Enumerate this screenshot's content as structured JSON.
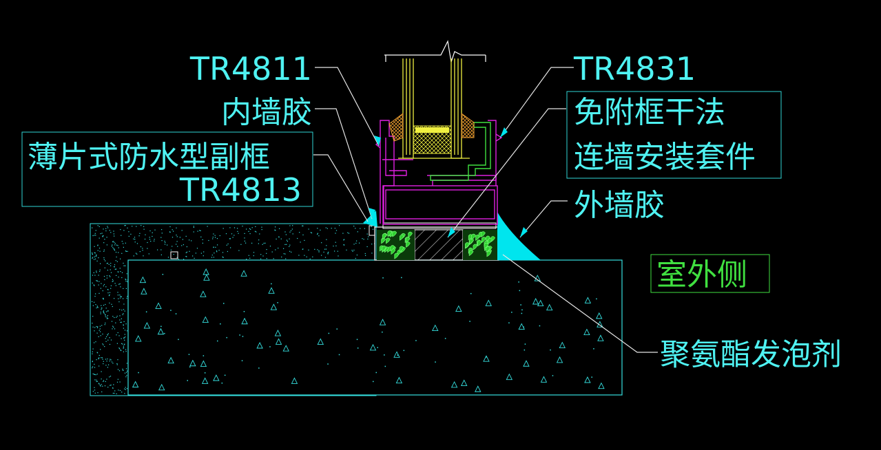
{
  "labels": {
    "tr4811": "TR4811",
    "inner_sealant": "内墙胶",
    "subframe_line1": "薄片式防水型副框",
    "subframe_line2": "TR4813",
    "tr4831": "TR4831",
    "kit_line1": "免附框干法",
    "kit_line2": "连墙安装套件",
    "outer_sealant": "外墙胶",
    "exterior_side": "室外侧",
    "pu_foam": "聚氨酯发泡剂"
  },
  "colors": {
    "background": "#000000",
    "label_text": "#4ff2f2",
    "leader": "#e6e6e6",
    "boxes": "#2fd6d6",
    "concrete": "#35e0e0",
    "frame_profile": "#e020e0",
    "glass": "#f0f040",
    "kit_profile": "#40e040",
    "exterior_label": "#40e040",
    "sealant_fill": "#00e5ee",
    "foam": "#30d030"
  }
}
